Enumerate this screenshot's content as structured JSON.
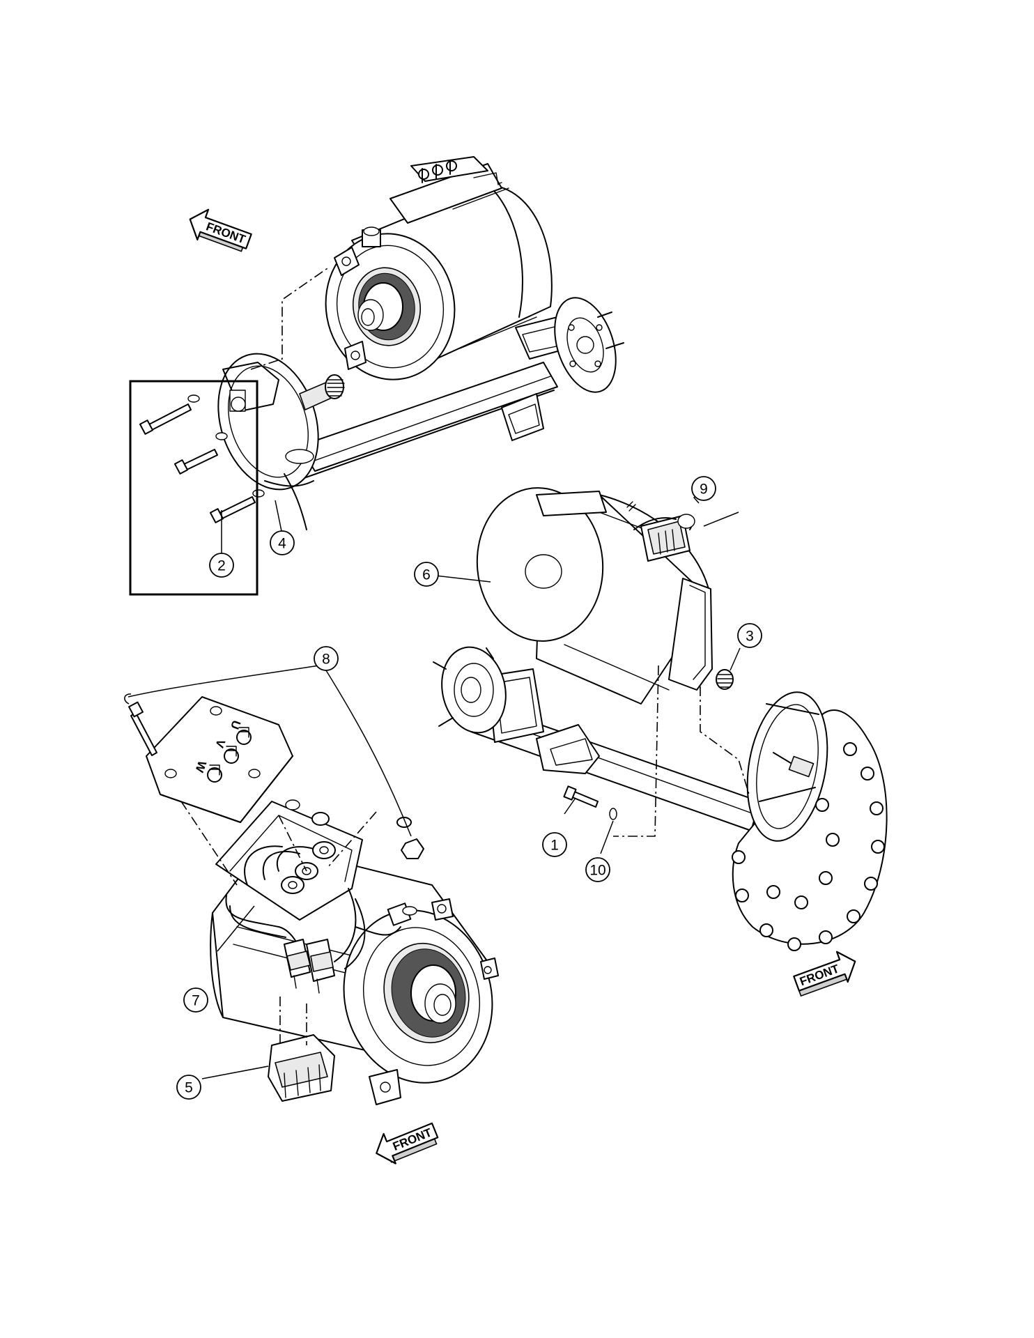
{
  "direction_arrows": [
    {
      "id": "front-arrow-top",
      "label": "FRONT"
    },
    {
      "id": "front-arrow-right",
      "label": "FRONT"
    },
    {
      "id": "front-arrow-bottom",
      "label": "FRONT"
    }
  ],
  "callouts": [
    {
      "id": "1",
      "label": "1"
    },
    {
      "id": "2",
      "label": "2"
    },
    {
      "id": "3",
      "label": "3"
    },
    {
      "id": "4",
      "label": "4"
    },
    {
      "id": "5",
      "label": "5"
    },
    {
      "id": "6",
      "label": "6"
    },
    {
      "id": "7",
      "label": "7"
    },
    {
      "id": "8",
      "label": "8"
    },
    {
      "id": "9",
      "label": "9"
    },
    {
      "id": "10",
      "label": "10"
    }
  ],
  "terminal_labels": {
    "u": "U",
    "v": "V",
    "w": "W"
  }
}
